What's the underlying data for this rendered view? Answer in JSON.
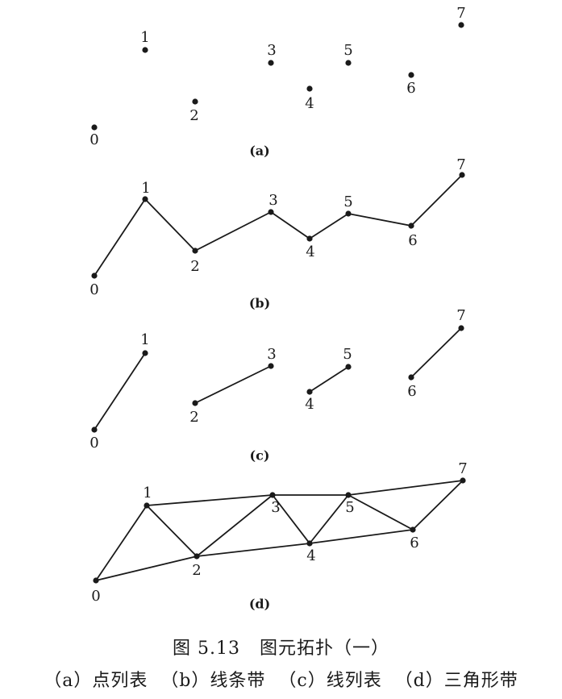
{
  "panels": [
    {
      "label": "(a)",
      "mode": "points",
      "nodes": [
        "0",
        "1",
        "2",
        "3",
        "4",
        "5",
        "6",
        "7"
      ]
    },
    {
      "label": "(b)",
      "mode": "strip",
      "nodes": [
        "0",
        "1",
        "2",
        "3",
        "4",
        "5",
        "6",
        "7"
      ]
    },
    {
      "label": "(c)",
      "mode": "lines",
      "nodes": [
        "0",
        "1",
        "2",
        "3",
        "4",
        "5",
        "6",
        "7"
      ]
    },
    {
      "label": "(d)",
      "mode": "triangle-strip",
      "nodes": [
        "0",
        "1",
        "2",
        "3",
        "4",
        "5",
        "6",
        "7"
      ]
    }
  ],
  "caption": {
    "title": "图 5.13   图元拓扑（一）",
    "subtitle": "（a）点列表  （b）线条带  （c）线列表  （d）三角形带"
  },
  "colors": {
    "ink": "#1a1a1a"
  }
}
